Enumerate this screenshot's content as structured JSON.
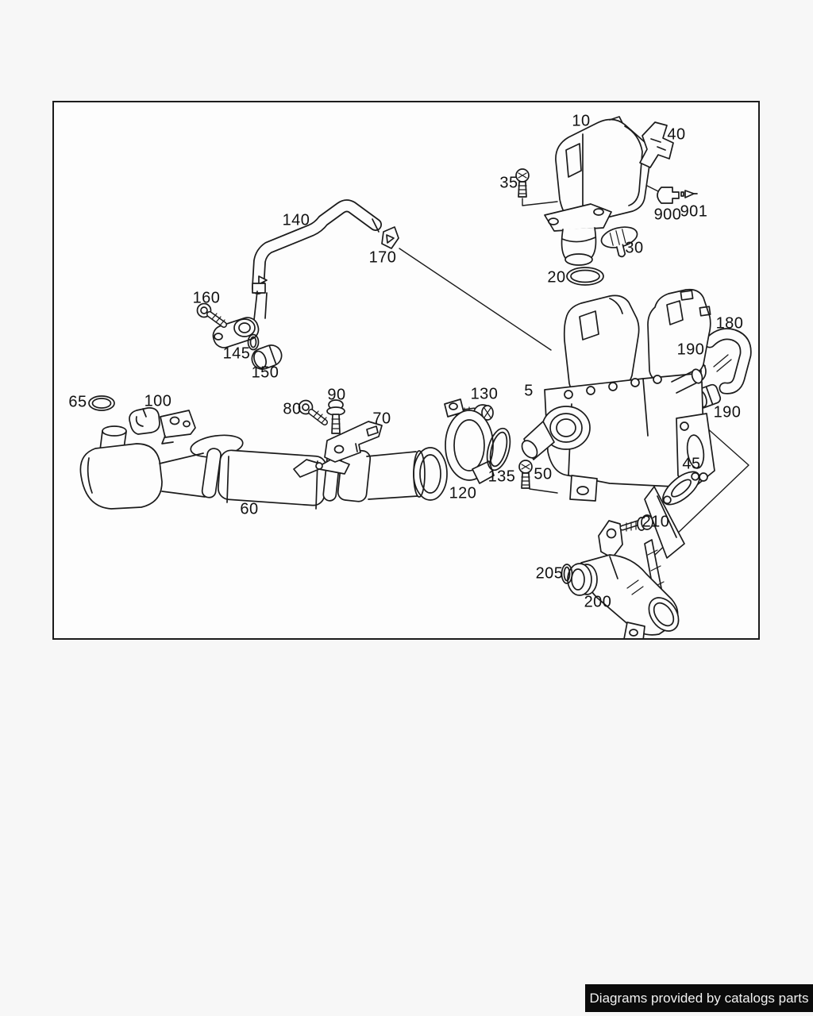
{
  "footer": {
    "text": "Diagrams provided by catalogs parts"
  },
  "diagram": {
    "callouts": [
      {
        "label": "10"
      },
      {
        "label": "40"
      },
      {
        "label": "35"
      },
      {
        "label": "900"
      },
      {
        "label": "901"
      },
      {
        "label": "30"
      },
      {
        "label": "20"
      },
      {
        "label": "140"
      },
      {
        "label": "170"
      },
      {
        "label": "160"
      },
      {
        "label": "145"
      },
      {
        "label": "150"
      },
      {
        "label": "180"
      },
      {
        "label": "190"
      },
      {
        "label": "190"
      },
      {
        "label": "5"
      },
      {
        "label": "130"
      },
      {
        "label": "90"
      },
      {
        "label": "80"
      },
      {
        "label": "70"
      },
      {
        "label": "65"
      },
      {
        "label": "100"
      },
      {
        "label": "120"
      },
      {
        "label": "135"
      },
      {
        "label": "50"
      },
      {
        "label": "60"
      },
      {
        "label": "45"
      },
      {
        "label": "210"
      },
      {
        "label": "205"
      },
      {
        "label": "200"
      }
    ]
  }
}
